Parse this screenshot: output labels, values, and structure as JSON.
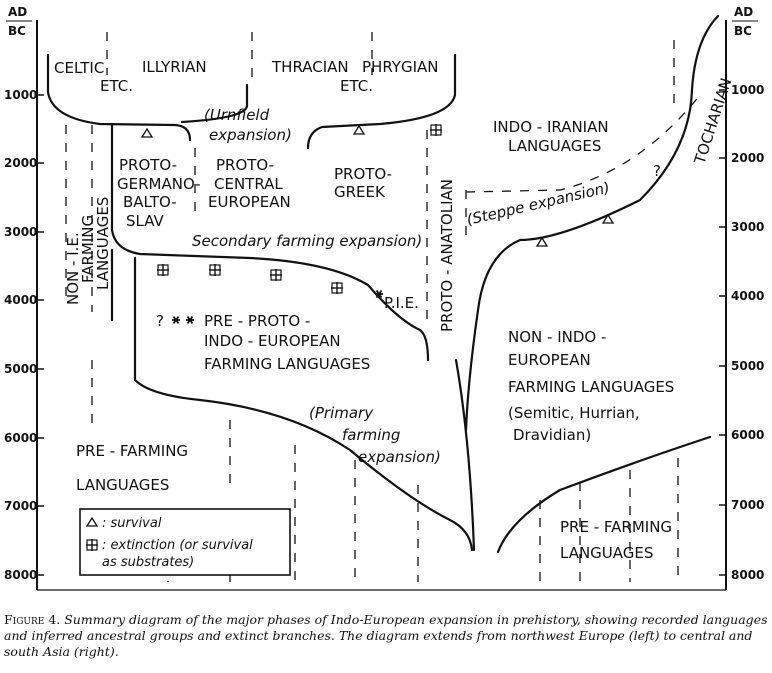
{
  "axis": {
    "header_top": "AD",
    "header_bottom": "BC",
    "ticks": [
      "1000",
      "2000",
      "3000",
      "4000",
      "5000",
      "6000",
      "7000",
      "8000"
    ]
  },
  "labels": {
    "celtic": "CELTIC",
    "celtic_etc": "ETC.",
    "illyrian": "ILLYRIAN",
    "thracian": "THRACIAN",
    "phrygian": "PHRYGIAN",
    "thracian_etc": "ETC.",
    "urnfield_1": "(Urnfield",
    "urnfield_2": "expansion)",
    "indo_iranian_1": "INDO - IRANIAN",
    "indo_iranian_2": "LANGUAGES",
    "proto_gmb_1": "PROTO-",
    "proto_gmb_2": "GERMANO-",
    "proto_gmb_3": "BALTO-",
    "proto_gmb_4": "SLAV",
    "proto_ce_1": "PROTO-",
    "proto_ce_2": "CENTRAL",
    "proto_ce_3": "EUROPEAN",
    "proto_greek_1": "PROTO-",
    "proto_greek_2": "GREEK",
    "tocharian": "TOCHARIAN",
    "non_ie_1": "NON - I.E.",
    "non_ie_2": "FARMING",
    "non_ie_3": "LANGUAGES",
    "proto_anatolian": "PROTO - ANATOLIAN",
    "steppe": "(Steppe expansion)",
    "secondary": "Secondary farming expansion)",
    "pie": "P.I.E.",
    "pre_proto_1": "PRE - PROTO -",
    "pre_proto_2": "INDO - EUROPEAN",
    "pre_proto_3": "FARMING LANGUAGES",
    "non_indo_1": "NON - INDO -",
    "non_indo_2": "EUROPEAN",
    "non_indo_3": "FARMING LANGUAGES",
    "non_indo_4": "(Semitic, Hurrian,",
    "non_indo_5": "Dravidian)",
    "primary_1": "(Primary",
    "primary_2": "farming",
    "primary_3": "expansion)",
    "pre_farming_left_1": "PRE - FARMING",
    "pre_farming_left_2": "LANGUAGES",
    "pre_farming_right_1": "PRE - FARMING",
    "pre_farming_right_2": "LANGUAGES",
    "question_1": "?",
    "question_2": "?"
  },
  "legend": {
    "survival": ": survival",
    "extinction_1": ": extinction (or survival",
    "extinction_2": "as substrates)"
  },
  "caption": {
    "label": "Figure 4.",
    "text": "Summary diagram of the major phases of Indo-European expansion in prehistory, showing recorded languages and inferred ancestral groups and extinct branches. The diagram extends from northwest Europe (left) to central and south Asia (right)."
  }
}
